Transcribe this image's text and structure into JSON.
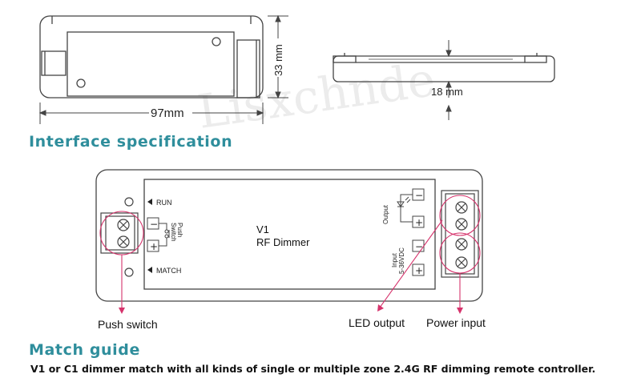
{
  "dimensions": {
    "length": "97mm",
    "width": "33 mm",
    "height": "18 mm"
  },
  "watermark": "Lisxchnde",
  "sections": {
    "interface_heading": "Interface specification",
    "match_heading": "Match guide",
    "match_text": "V1 or C1 dimmer match with all kinds of single or multiple zone 2.4G RF dimming remote controller."
  },
  "device": {
    "model": "V1",
    "name": "RF Dimmer",
    "run_label": "RUN",
    "match_label": "MATCH",
    "push_switch_label": "Push\nSwitch",
    "output_label": "Output",
    "input_label": "Input",
    "input_voltage": "5-36VDC",
    "minus": "−",
    "plus": "+"
  },
  "callouts": {
    "push_switch": "Push switch",
    "led_output": "LED output",
    "power_input": "Power input"
  },
  "colors": {
    "heading": "#2f8e9c",
    "callout": "#d6336c",
    "outline": "#444444"
  }
}
